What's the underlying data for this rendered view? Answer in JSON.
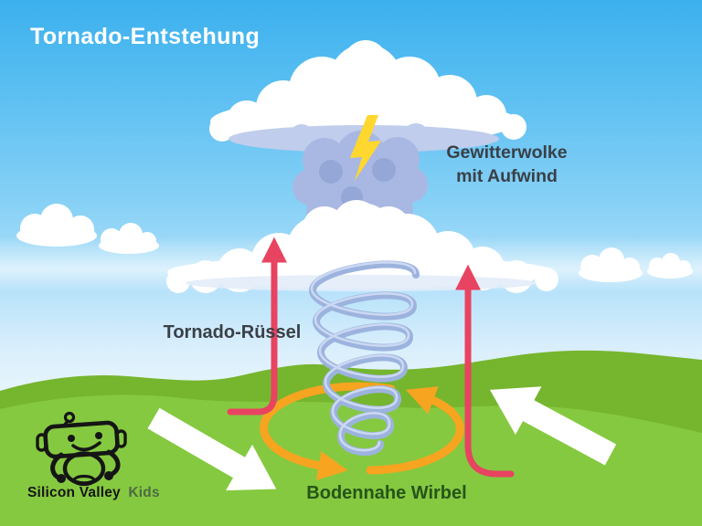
{
  "title": "Tornado-Entstehung",
  "labels": {
    "storm_cloud_line1": "Gewitterwolke",
    "storm_cloud_line2": "mit Aufwind",
    "funnel": "Tornado-Rüssel",
    "ground_vortex": "Bodennahe Wirbel"
  },
  "logo": {
    "name_bold": "Silicon Valley",
    "name_light": "Kids"
  },
  "colors": {
    "sky_top": "#3cb0ee",
    "sky_horizon": "#e4f4fd",
    "grass_back": "#76b52e",
    "grass_front": "#85c940",
    "arrow_red": "#e84360",
    "vortex_orange": "#f7a420",
    "lightning_yellow": "#ffd72e",
    "spiral_blue": "#9cb3de",
    "cloud_white": "#ffffff",
    "cloud_shadow": "#c0cdec",
    "cloud_column": "#a9b8e2",
    "label_dark": "#3a4047",
    "label_green": "#26541a",
    "title_white": "#ffffff"
  }
}
